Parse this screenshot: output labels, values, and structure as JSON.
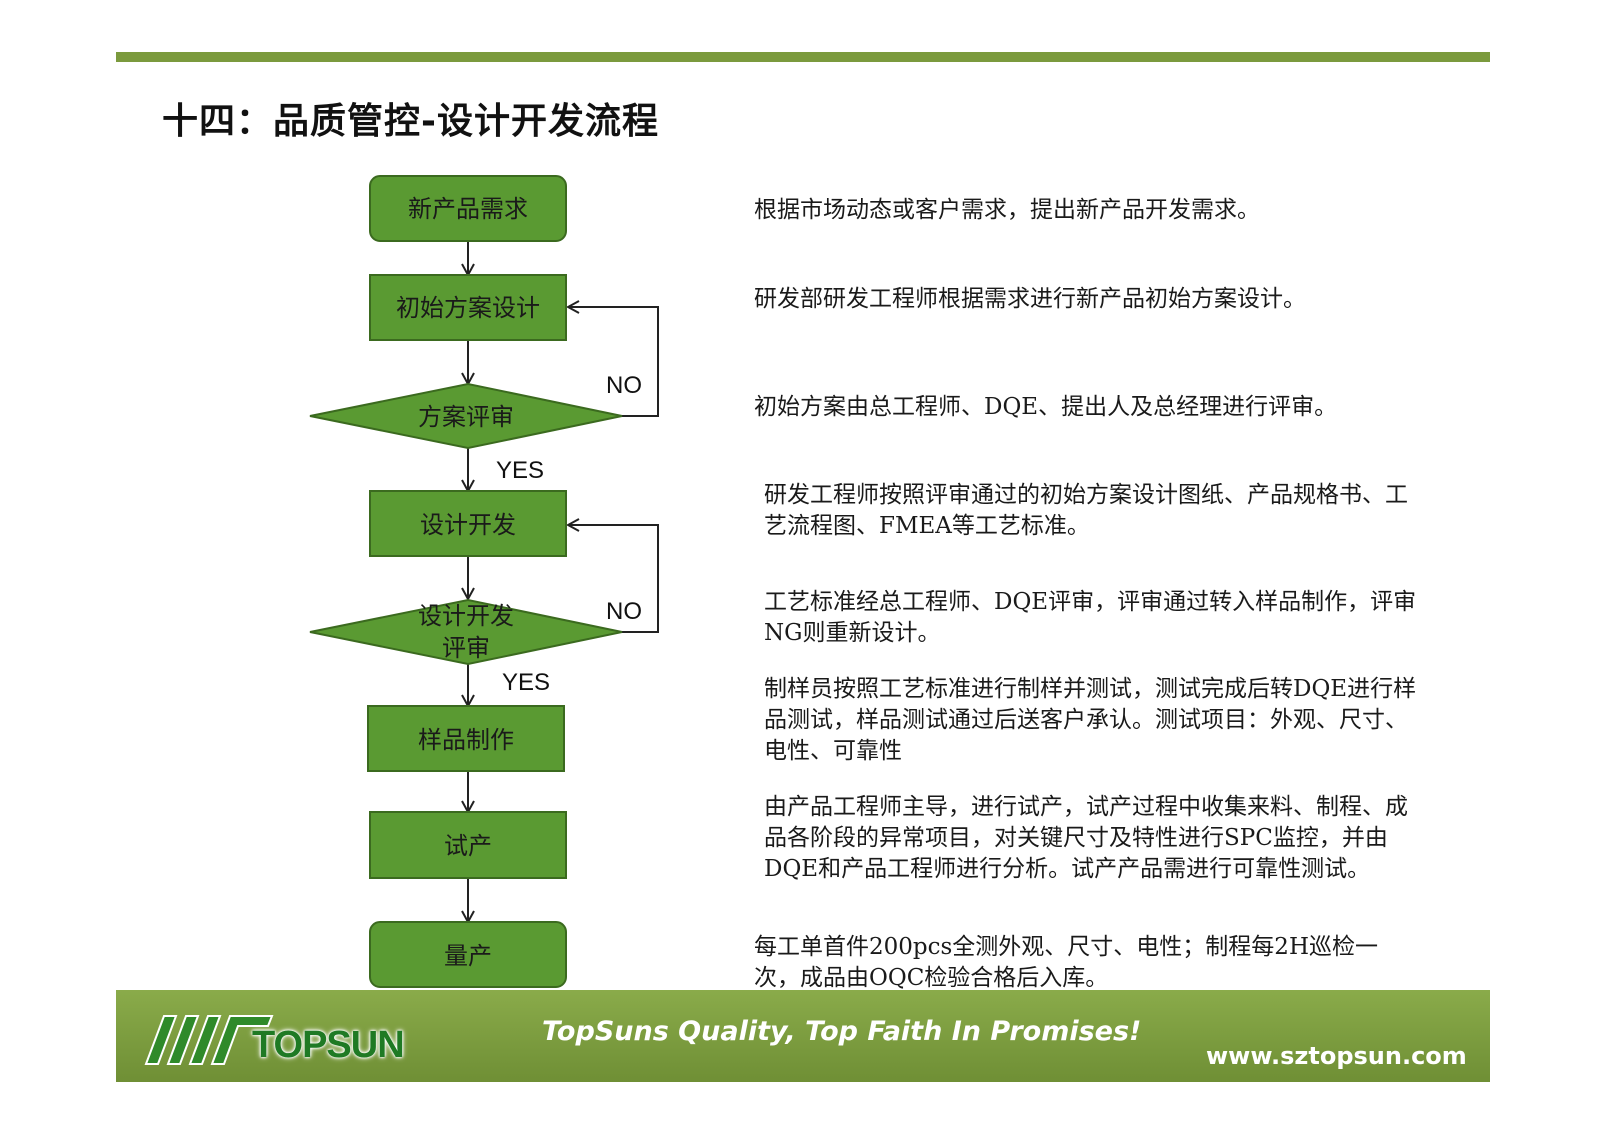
{
  "page": {
    "title": "十四：品质管控-设计开发流程"
  },
  "flowchart": {
    "nodes": {
      "new_product_demand": "新产品需求",
      "initial_design": "初始方案设计",
      "design_review": "方案评审",
      "design_dev": "设计开发",
      "dev_review_line1": "设计开发",
      "dev_review_line2": "评审",
      "sample_making": "样品制作",
      "trial_production": "试产",
      "mass_production": "量产"
    },
    "branches": {
      "no_1": "NO",
      "yes_1": "YES",
      "no_2": "NO",
      "yes_2": "YES"
    }
  },
  "descriptions": [
    "根据市场动态或客户需求，提出新产品开发需求。",
    "研发部研发工程师根据需求进行新产品初始方案设计。",
    "初始方案由总工程师、DQE、提出人及总经理进行评审。",
    "研发工程师按照评审通过的初始方案设计图纸、产品规格书、工艺流程图、FMEA等工艺标准。",
    "工艺标准经总工程师、DQE评审，评审通过转入样品制作，评审NG则重新设计。",
    "制样员按照工艺标准进行制样并测试，测试完成后转DQE进行样品测试，样品测试通过后送客户承认。测试项目：外观、尺寸、电性、可靠性",
    "由产品工程师主导，进行试产，试产过程中收集来料、制程、成品各阶段的异常项目，对关键尺寸及特性进行SPC监控，并由DQE和产品工程师进行分析。试产产品需进行可靠性测试。",
    "每工单首件200pcs全测外观、尺寸、电性；制程每2H巡检一次，成品由OQC检验合格后入库。"
  ],
  "footer": {
    "logo_text": "TOPSUN",
    "slogan": "TopSuns Quality, Top Faith In Promises!",
    "website": "www.sztopsun.com"
  },
  "colors": {
    "accent_bar": "#7b9a3d",
    "node_fill": "#5a9a32",
    "node_stroke": "#3b6a1f",
    "footer_bg": "#7b9a3d"
  }
}
